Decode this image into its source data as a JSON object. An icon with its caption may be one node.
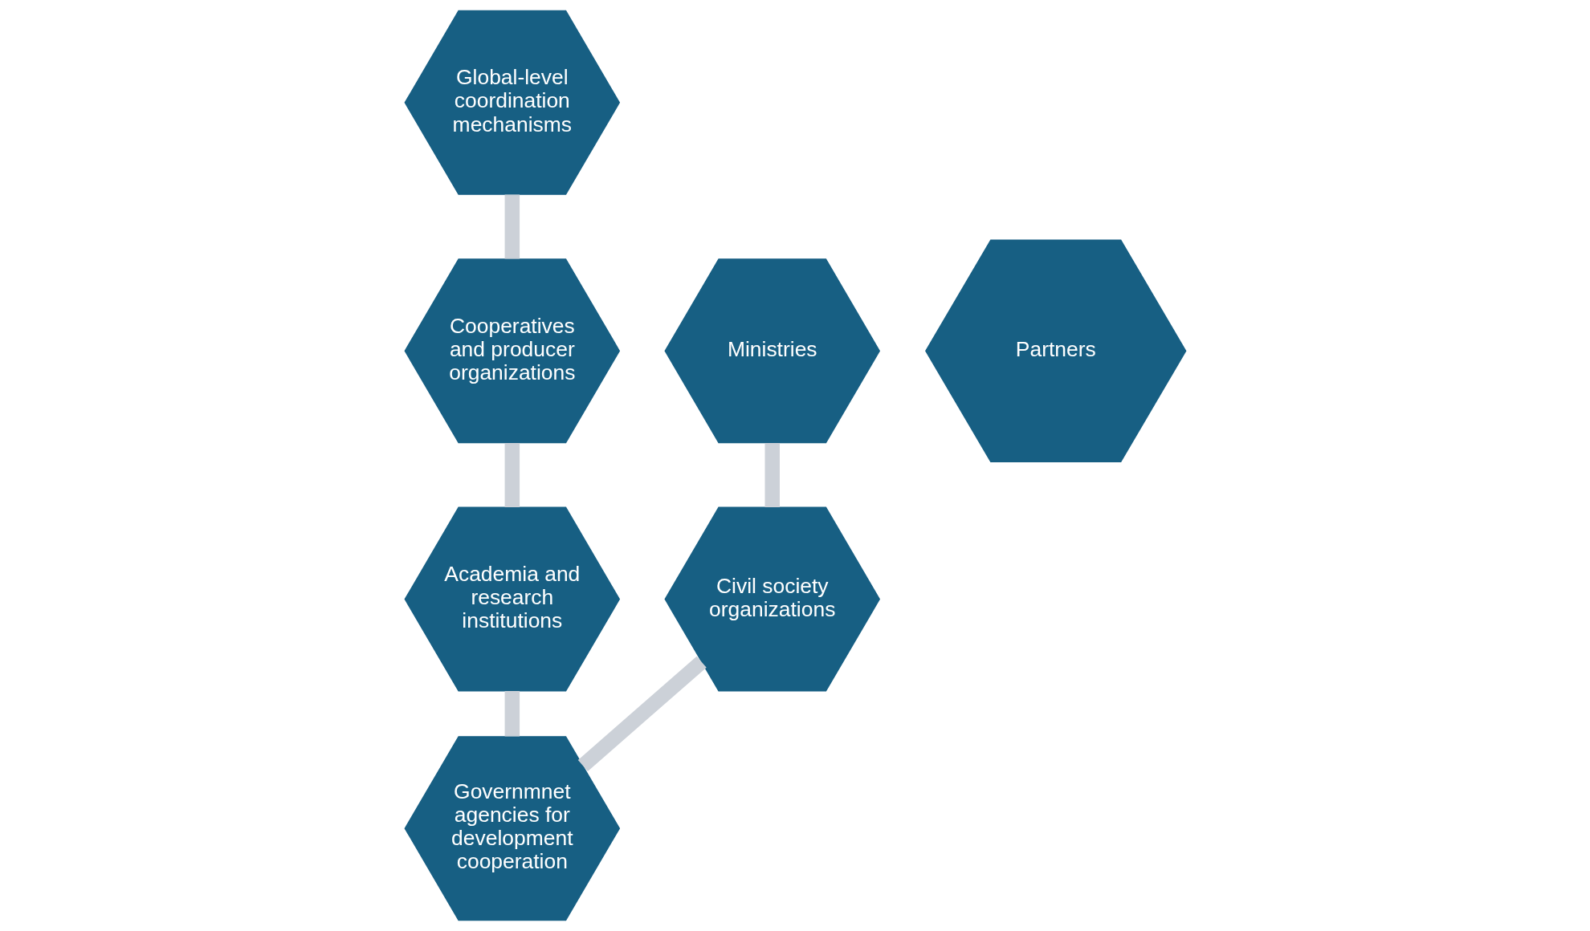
{
  "diagram": {
    "nodes": [
      {
        "text": [
          "Global-level coordination mechanisms"
        ]
      },
      {
        "text": [
          "Ministries"
        ]
      },
      {
        "text": [
          "Cooperatives and producer organizations"
        ]
      },
      {
        "text": [
          "Partners"
        ]
      },
      {
        "text": [
          "Civil society organizations"
        ]
      },
      {
        "text": [
          "Academia and research institutions"
        ]
      },
      {
        "text": [
          "Governmnet agencies for development cooperation"
        ]
      }
    ],
    "edges": [
      {
        "from": 0,
        "to": 2,
        "arrow": "none"
      },
      {
        "from": 2,
        "to": 5,
        "arrow": "none"
      },
      {
        "from": 5,
        "to": 6,
        "arrow": "none"
      },
      {
        "from": 6,
        "to": 4,
        "arrow": "none"
      },
      {
        "from": 4,
        "to": 1,
        "arrow": "none"
      }
    ]
  }
}
